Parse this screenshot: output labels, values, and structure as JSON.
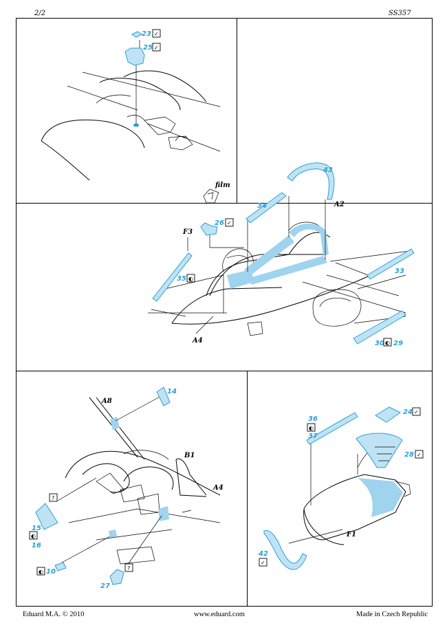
{
  "header": {
    "page": "2/2",
    "code": "SS357"
  },
  "footer": {
    "left": "Eduard M.A. © 2010",
    "center": "www.eduard.com",
    "right": "Made in Czech Republic"
  },
  "labels": {
    "film": "film",
    "A2": "A2",
    "F3": "F3",
    "A4": "A4",
    "A8": "A8",
    "B1": "B1",
    "F1": "F1"
  },
  "parts": {
    "p23": "23",
    "p25": "25",
    "p26": "26",
    "p43": "43",
    "p34": "34",
    "p33": "33",
    "p35": "35",
    "p30": "30",
    "p29": "29",
    "p14": "14",
    "p15": "15",
    "p16": "16",
    "p10": "10",
    "p27": "27",
    "p36": "36",
    "p37": "37",
    "p24": "24",
    "p28": "28",
    "p42": "42"
  },
  "symbols": {
    "check": "✓",
    "question": "?",
    "half": "◐"
  },
  "colors": {
    "part_blue": "#2a9fd6",
    "part_fill": "#bfe3f4",
    "line": "#000000"
  }
}
